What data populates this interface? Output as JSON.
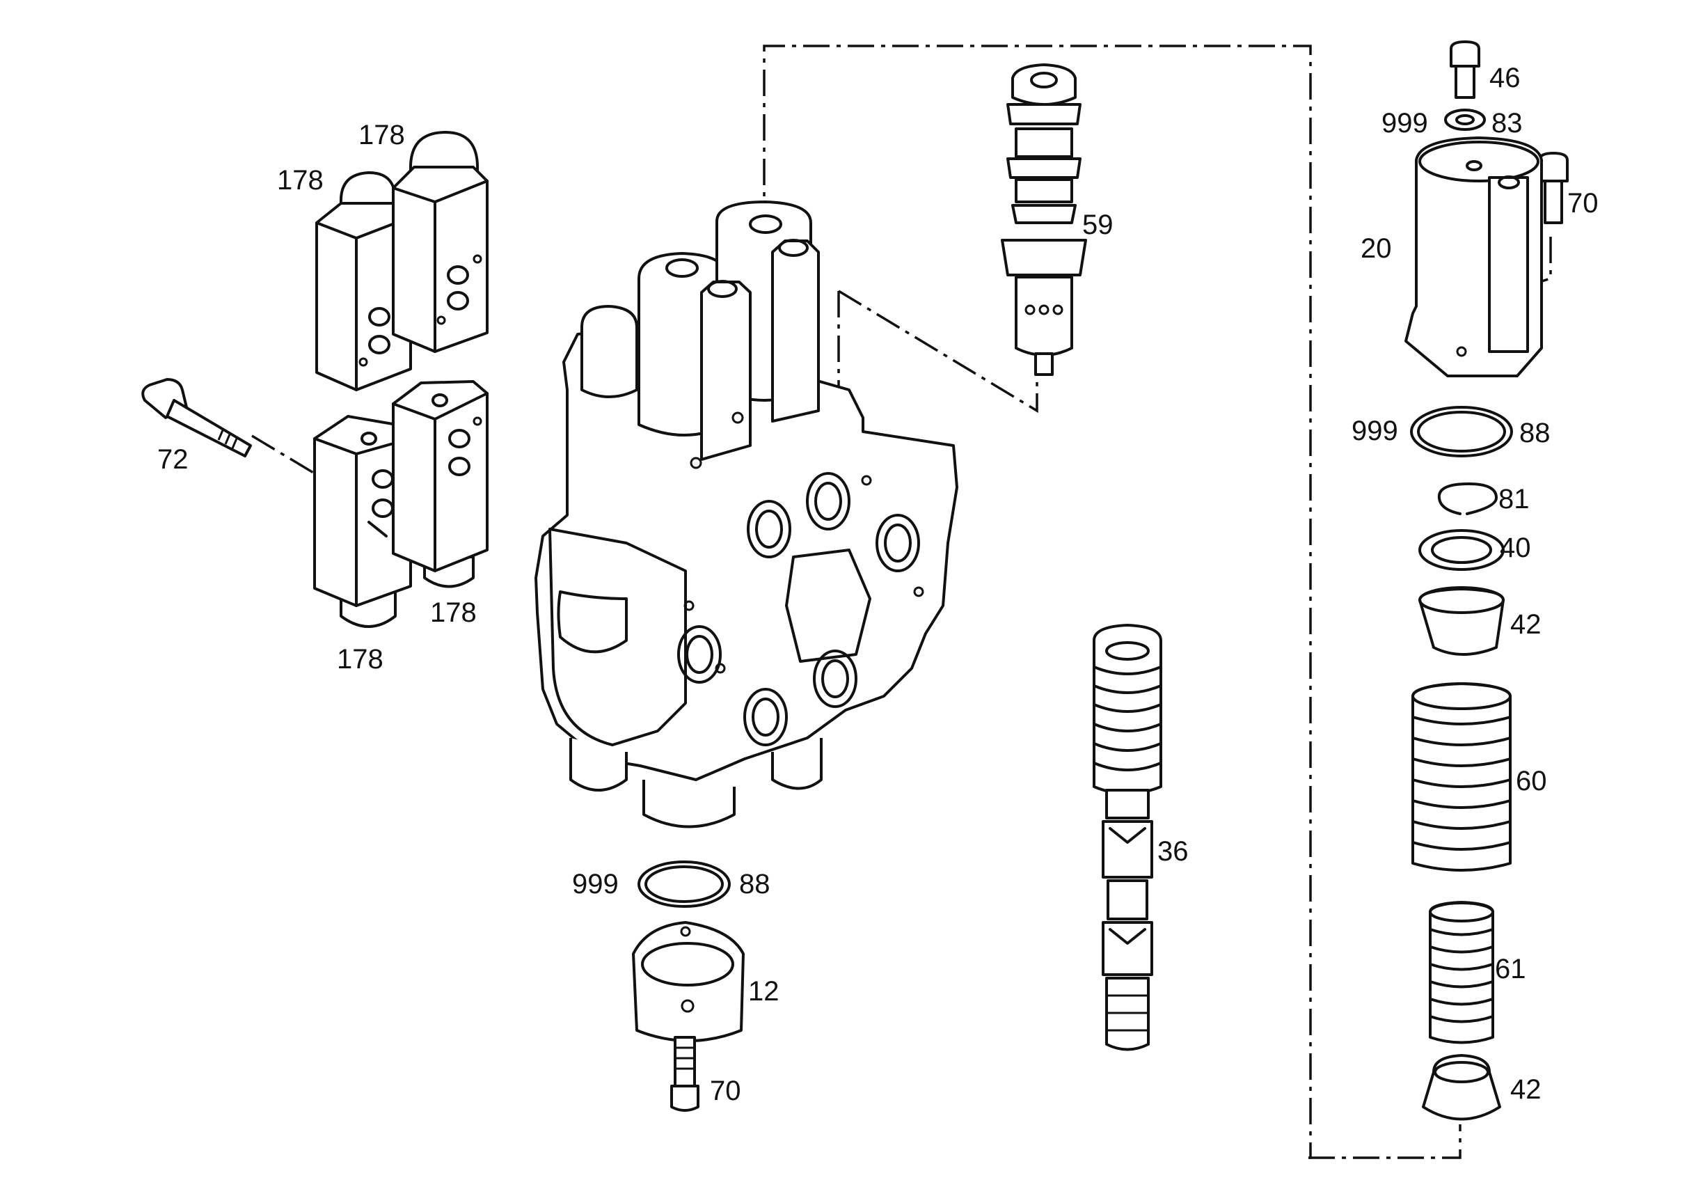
{
  "callouts": {
    "c178a": "178",
    "c178b": "178",
    "c178c": "178",
    "c178d": "178",
    "c72": "72",
    "c59": "59",
    "c36": "36",
    "c999a": "999",
    "c88a": "88",
    "c12": "12",
    "c70a": "70",
    "c46": "46",
    "c999b": "999",
    "c83": "83",
    "c70b": "70",
    "c20": "20",
    "c999c": "999",
    "c88b": "88",
    "c81": "81",
    "c40": "40",
    "c42a": "42",
    "c60": "60",
    "c61": "61",
    "c42b": "42"
  }
}
